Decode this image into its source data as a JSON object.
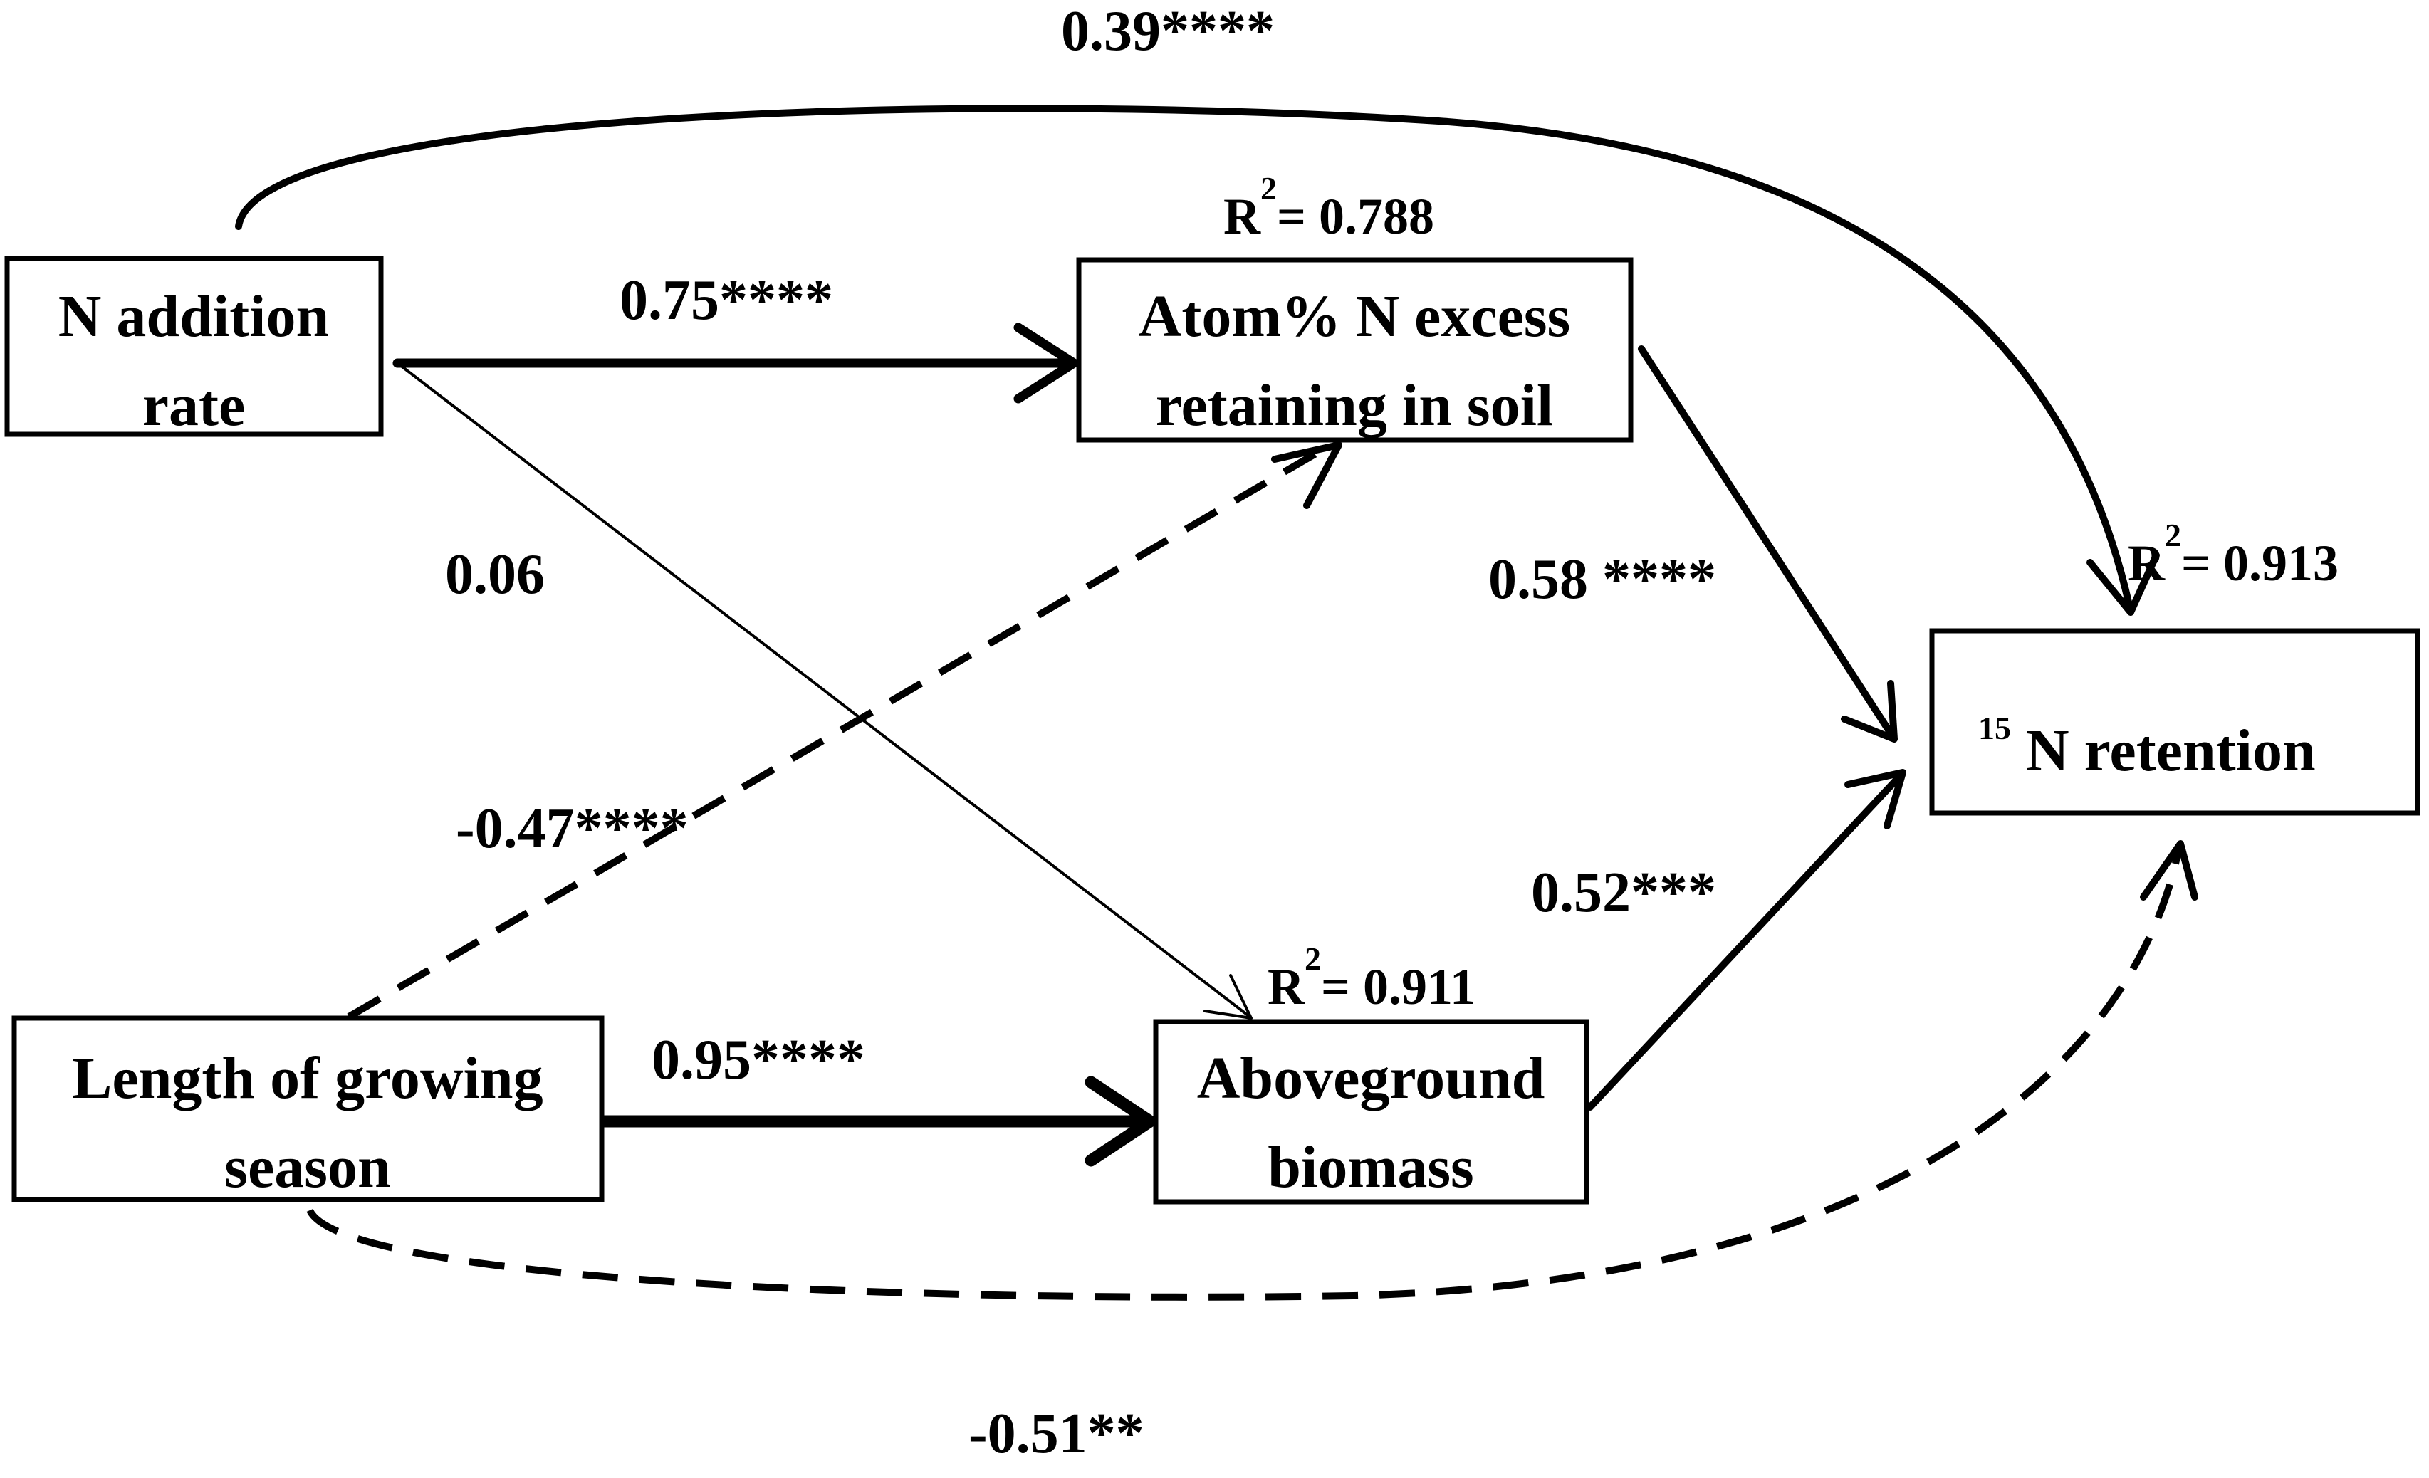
{
  "nodes": {
    "n_addition": {
      "line1": "N addition",
      "line2": "rate"
    },
    "atom_excess": {
      "line1": "Atom% N excess",
      "line2": "retaining in soil"
    },
    "retention": {
      "sup": "15",
      "text": "N retention"
    },
    "length_season": {
      "line1": "Length of growing",
      "line2": "season"
    },
    "biomass": {
      "line1": "Aboveground",
      "line2": "biomass"
    }
  },
  "r_squared": {
    "atom_excess": {
      "prefix": "R",
      "sup": "2",
      "value": "= 0.788"
    },
    "retention": {
      "prefix": "R",
      "sup": "2",
      "value": "= 0.913"
    },
    "biomass": {
      "prefix": "R",
      "sup": "2",
      "value": "= 0.911"
    }
  },
  "paths": {
    "n_to_retention": "0.39****",
    "n_to_atom": "0.75****",
    "n_to_biomass": "0.06",
    "atom_to_retention": "0.58 ****",
    "season_to_atom": "-0.47****",
    "season_to_biomass": "0.95****",
    "biomass_to_retention": "0.52***",
    "season_to_retention": "-0.51**"
  },
  "colors": {
    "stroke": "#000000",
    "background": "#ffffff"
  }
}
